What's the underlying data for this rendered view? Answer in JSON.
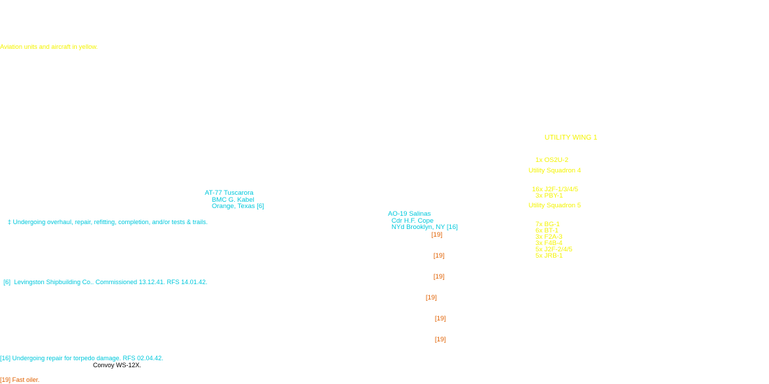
{
  "colors": {
    "cyan": "#00c8dc",
    "yellow": "#f4f400",
    "orange": "#e06000",
    "black": "#000000"
  },
  "aviation_note": "Aviation units and aircraft in yellow.",
  "legend_overhaul": "‡ Undergoing overhaul, repair, refitting, completion, and/or tests & trails.",
  "tuscarora": {
    "name": "AT-77 Tuscarora",
    "commander": "BMC  G. Kabel",
    "location": "Orange, Texas [6]"
  },
  "salinas": {
    "name": "AO-19 Salinas",
    "commander": "Cdr  H.F. Cope",
    "location": "NYd Brooklyn, NY [16]"
  },
  "utility_wing": {
    "title": "UTILITY WING 1",
    "wing_aircraft": "1x  OS2U-2",
    "squadron4": {
      "name": "Utility Squadron 4",
      "aircraft": [
        "16x  J2F-1/3/4/5",
        "3x  PBY-1"
      ]
    },
    "squadron5": {
      "name": "Utility Squadron 5",
      "aircraft": [
        "7x  BG-1",
        "6x  BT-1",
        "3x  F2A-3",
        "3x  F4B-4",
        "5x  J2F-2/4/5",
        "5x  JRB-1"
      ]
    }
  },
  "ref_tags": [
    "[19]",
    "[19]",
    "[19]",
    "[19]",
    "[19]",
    "[19]"
  ],
  "footnotes": {
    "f6": "[6]  Levingston Shipbuilding Co.. Commissioned 13.12.41. RFS 14.01.42.",
    "f16": "[16] Undergoing repair for torpedo damage. RFS 02.04.42.",
    "convoy": "Convoy WS-12X.",
    "f19": "[19] Fast oiler."
  }
}
